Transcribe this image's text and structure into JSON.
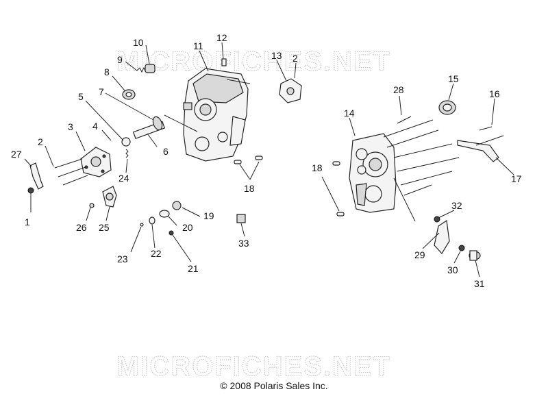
{
  "watermark": {
    "text": "MICROFICHES.NET"
  },
  "copyright": "© 2008 Polaris Sales Inc.",
  "callouts": {
    "c1": "1",
    "c2a": "2",
    "c2b": "2",
    "c3": "3",
    "c4": "4",
    "c5": "5",
    "c6": "6",
    "c7": "7",
    "c8": "8",
    "c9": "9",
    "c10": "10",
    "c11": "11",
    "c12": "12",
    "c13": "13",
    "c14": "14",
    "c15": "15",
    "c16": "16",
    "c17": "17",
    "c18a": "18",
    "c18b": "18",
    "c19": "19",
    "c20": "20",
    "c21": "21",
    "c22": "22",
    "c23": "23",
    "c24": "24",
    "c25": "25",
    "c26": "26",
    "c27": "27",
    "c28": "28",
    "c29": "29",
    "c30": "30",
    "c31": "31",
    "c32": "32",
    "c33": "33"
  }
}
